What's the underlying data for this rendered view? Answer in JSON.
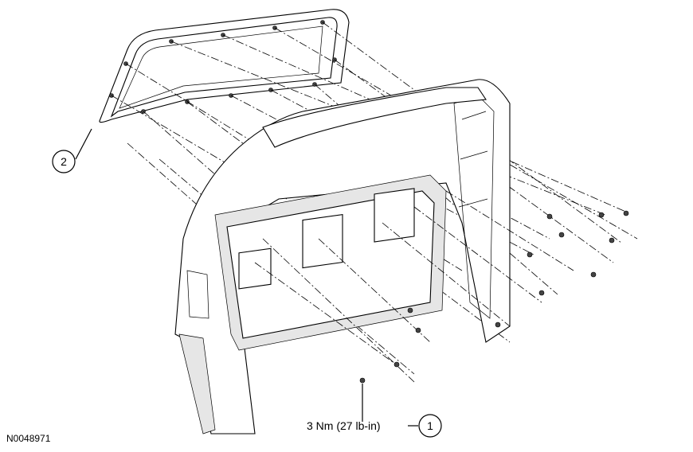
{
  "figure_id": "N0048971",
  "callouts": [
    {
      "number": "1",
      "text": "3 Nm (27 lb-in)"
    },
    {
      "number": "2",
      "text": ""
    }
  ]
}
